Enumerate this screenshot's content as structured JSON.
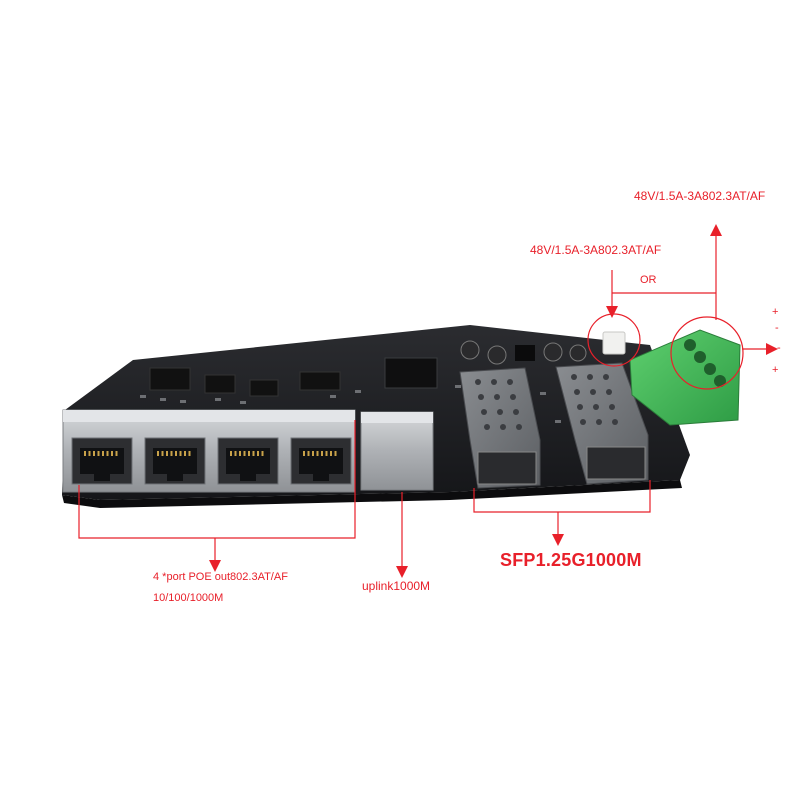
{
  "labels": {
    "power_top": "48V/1.5A-3A802.3AT/AF",
    "power_left": "48V/1.5A-3A802.3AT/AF",
    "or": "OR",
    "terminal_signs": [
      "+",
      "-",
      "-",
      "+"
    ],
    "poe_ports_line1": "4 *port POE out802.3AT/AF",
    "poe_ports_line2": "10/100/1000M",
    "uplink": "uplink1000M",
    "sfp": "SFP1.25G1000M"
  },
  "colors": {
    "annotation": "#e8202a",
    "pcb": "#1e1f22",
    "terminal_block": "#3fbf5a",
    "port_metal": "#b9bcc0"
  }
}
